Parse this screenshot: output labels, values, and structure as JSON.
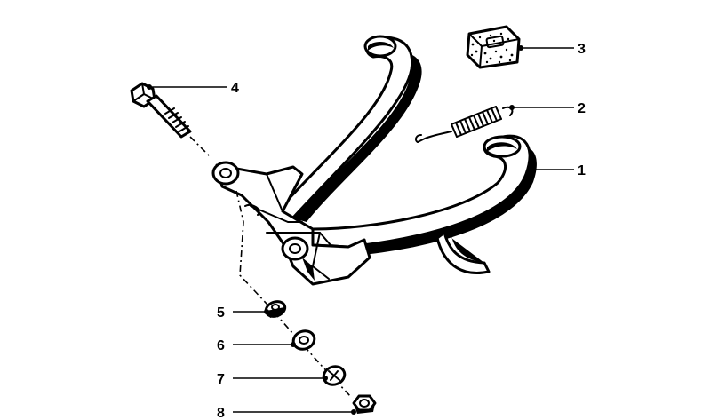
{
  "diagram": {
    "callouts": [
      {
        "id": "1",
        "label": "1",
        "part": "center-stand"
      },
      {
        "id": "2",
        "label": "2",
        "part": "return-spring"
      },
      {
        "id": "3",
        "label": "3",
        "part": "rubber-stop"
      },
      {
        "id": "4",
        "label": "4",
        "part": "pivot-bolt"
      },
      {
        "id": "5",
        "label": "5",
        "part": "bushing"
      },
      {
        "id": "6",
        "label": "6",
        "part": "washer"
      },
      {
        "id": "7",
        "label": "7",
        "part": "lock-washer"
      },
      {
        "id": "8",
        "label": "8",
        "part": "nut"
      }
    ]
  }
}
